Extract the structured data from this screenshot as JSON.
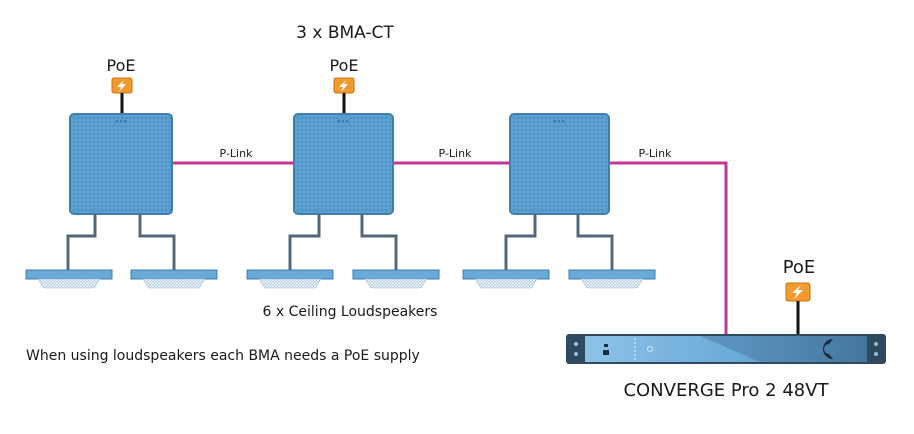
{
  "title": "3 x BMA-CT",
  "poe_label": "PoE",
  "plink_label": "P-Link",
  "speakers_label": "6 x Ceiling Loudspeakers",
  "note": "When using loudspeakers each BMA needs a PoE supply",
  "device_label": "CONVERGE Pro 2 48VT",
  "colors": {
    "panel_fill": "#5b9fd0",
    "panel_border": "#3f7fb0",
    "plink": "#c2378f",
    "poe_orange": "#f29a2e",
    "cable": "#556677",
    "device_light": "#8cc2e6",
    "device_dark": "#2f4a5e"
  },
  "icons": {
    "poe": "lightning-bolt-icon",
    "device_logo": "converge-c-logo-icon"
  }
}
